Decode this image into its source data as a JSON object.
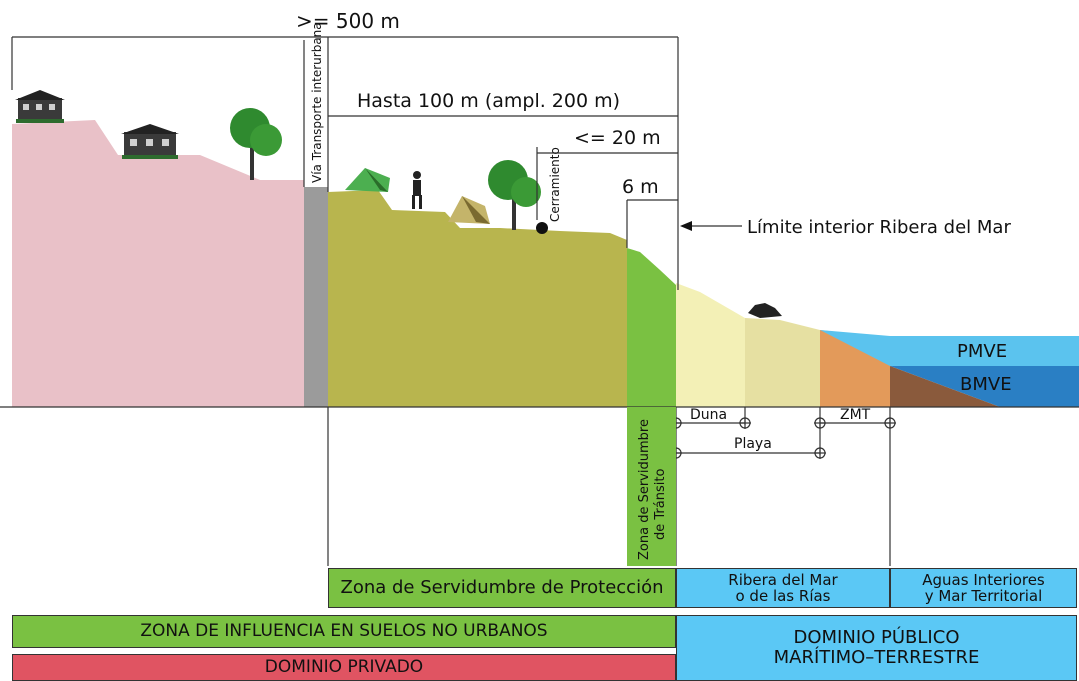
{
  "measures": {
    "m500": ">= 500 m",
    "m100": "Hasta 100 m (ampl. 200 m)",
    "m20": "<= 20 m",
    "m6": "6 m"
  },
  "labels": {
    "via": "Vía Transporte interurbana",
    "cerramiento": "Cerramiento",
    "limite": "Límite interior Ribera del Mar",
    "pmve": "PMVE",
    "bmve": "BMVE",
    "duna": "Duna",
    "playa": "Playa",
    "zmt": "ZMT",
    "transito_line1": "Zona de Servidumbre",
    "transito_line2": "de Tránsito"
  },
  "bands": {
    "proteccion": "Zona de Servidumbre de Protección",
    "ribera_line1": "Ribera del Mar",
    "ribera_line2": "o de las Rías",
    "aguas_line1": "Aguas Interiores",
    "aguas_line2": "y Mar Territorial",
    "influencia": "ZONA DE INFLUENCIA EN SUELOS NO URBANOS",
    "privado": "DOMINIO PRIVADO",
    "publico_line1": "DOMINIO PÚBLICO",
    "publico_line2": "MARÍTIMO–TERRESTRE"
  },
  "colors": {
    "private_land": "#e9c1c8",
    "road": "#9b9b9b",
    "protection_land": "#b8b54e",
    "transit_green": "#7ac142",
    "dune": "#f3f0b6",
    "beach": "#e6e0a2",
    "zmt": "#e39a5a",
    "sea_light": "#5bc3ee",
    "sea_dark": "#2a7fc4",
    "seabed": "#8a5a3c",
    "band_green": "#7ac142",
    "band_blue": "#5bc8f5",
    "band_red": "#e05462"
  },
  "icons": [
    "house-icon",
    "tree-icon",
    "tent-icon",
    "person-icon"
  ]
}
